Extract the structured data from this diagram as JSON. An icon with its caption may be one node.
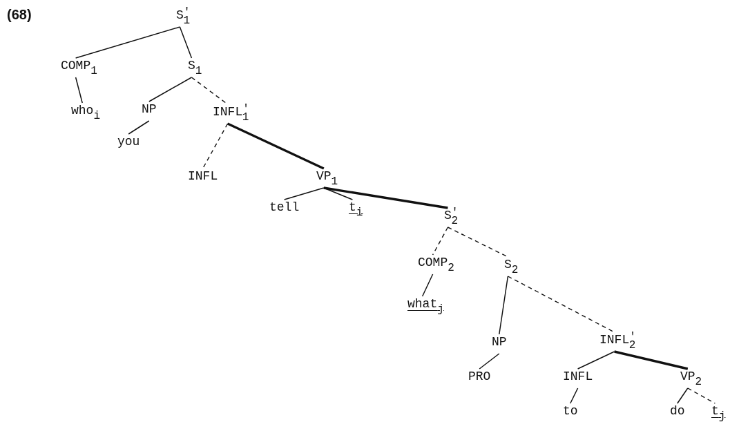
{
  "diagram": {
    "nodes": [
      {
        "text": [
          "S$^{'}$$_{1}$"
        ]
      },
      {
        "text": [
          "COMP$_{1}$"
        ]
      },
      {
        "text": [
          "S$_{1}$"
        ]
      },
      {
        "text": [
          "who$_{i}$"
        ]
      },
      {
        "text": [
          "NP"
        ]
      },
      {
        "text": [
          "INFL$^{'}$$_{1}$"
        ]
      },
      {
        "text": [
          "you"
        ]
      },
      {
        "text": [
          "INFL"
        ]
      },
      {
        "text": [
          "VP$_{1}$"
        ]
      },
      {
        "text": [
          "tell"
        ]
      },
      {
        "text": [
          "t$_{i}$"
        ]
      },
      {
        "text": [
          "S$^{'}$$_{2}$"
        ]
      },
      {
        "text": [
          "COMP$_{2}$"
        ]
      },
      {
        "text": [
          "S$_{2}$"
        ]
      },
      {
        "text": [
          "what$_{j}$"
        ]
      },
      {
        "text": [
          "NP"
        ]
      },
      {
        "text": [
          "INFL$^{'}$$_{2}$"
        ]
      },
      {
        "text": [
          "PRO"
        ]
      },
      {
        "text": [
          "INFL"
        ]
      },
      {
        "text": [
          "VP$_{2}$"
        ]
      },
      {
        "text": [
          "to"
        ]
      },
      {
        "text": [
          "do"
        ]
      },
      {
        "text": [
          "t$_{j}$"
        ]
      }
    ],
    "edges": [
      {
        "from": 0,
        "to": 1,
        "arrow": "none"
      },
      {
        "from": 0,
        "to": 2,
        "arrow": "none"
      },
      {
        "from": 1,
        "to": 3,
        "arrow": "none"
      },
      {
        "from": 2,
        "to": 4,
        "arrow": "none"
      },
      {
        "from": 2,
        "to": 5,
        "arrow": "none",
        "style": "dashed"
      },
      {
        "from": 4,
        "to": 6,
        "arrow": "none"
      },
      {
        "from": 5,
        "to": 7,
        "arrow": "none",
        "style": "dashed"
      },
      {
        "from": 5,
        "to": 8,
        "arrow": "none",
        "style": "thick"
      },
      {
        "from": 8,
        "to": 9,
        "arrow": "none"
      },
      {
        "from": 8,
        "to": 10,
        "arrow": "none"
      },
      {
        "from": 8,
        "to": 11,
        "arrow": "none",
        "style": "thick"
      },
      {
        "from": 11,
        "to": 12,
        "arrow": "none",
        "style": "dashed"
      },
      {
        "from": 11,
        "to": 13,
        "arrow": "none",
        "style": "dashed"
      },
      {
        "from": 12,
        "to": 14,
        "arrow": "none"
      },
      {
        "from": 13,
        "to": 15,
        "arrow": "none"
      },
      {
        "from": 13,
        "to": 16,
        "arrow": "none",
        "style": "dashed"
      },
      {
        "from": 15,
        "to": 17,
        "arrow": "none"
      },
      {
        "from": 16,
        "to": 18,
        "arrow": "none"
      },
      {
        "from": 16,
        "to": 19,
        "arrow": "none",
        "style": "thick"
      },
      {
        "from": 18,
        "to": 20,
        "arrow": "none"
      },
      {
        "from": 19,
        "to": 21,
        "arrow": "none"
      },
      {
        "from": 19,
        "to": 22,
        "arrow": "none",
        "style": "dashed"
      }
    ],
    "labels": [
      "(68)"
    ]
  }
}
